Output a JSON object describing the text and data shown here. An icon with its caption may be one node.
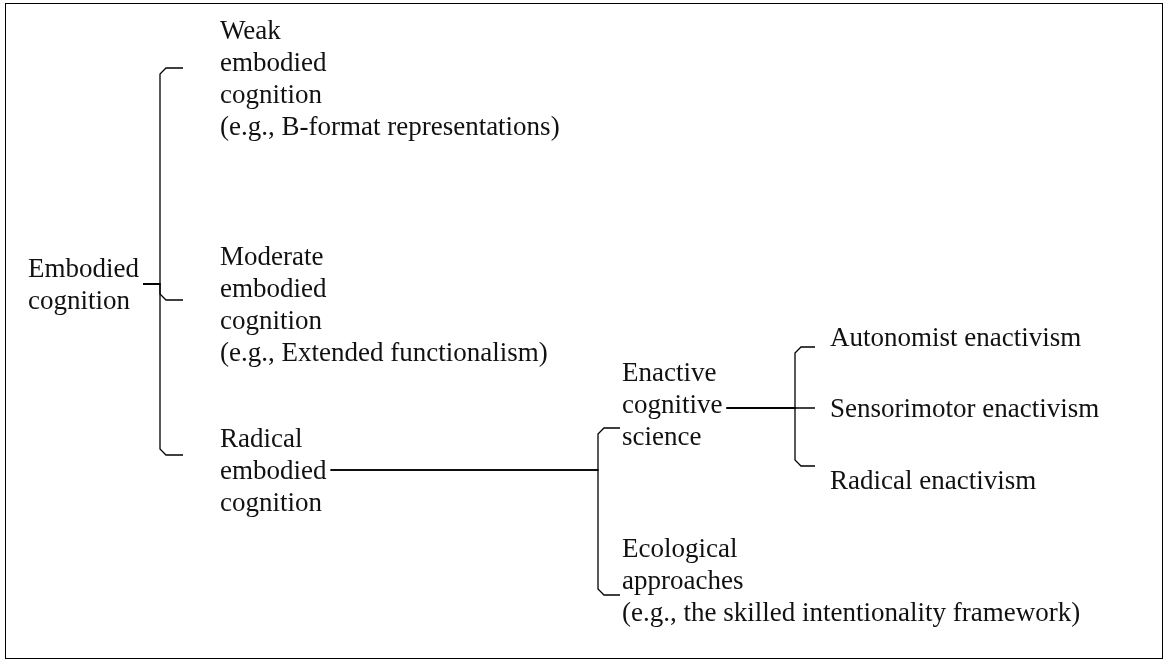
{
  "diagram": {
    "nodes": [
      {
        "text": [
          "Embodied cognition"
        ]
      },
      {
        "text": [
          "Weak embodied cognition",
          "(e.g., B-format representations)"
        ]
      },
      {
        "text": [
          "Moderate embodied cognition",
          "(e.g., Extended functionalism)"
        ]
      },
      {
        "text": [
          "Radical embodied cognition"
        ]
      },
      {
        "text": [
          "Enactive cognitive science"
        ]
      },
      {
        "text": [
          "Ecological approaches",
          "(e.g., the skilled intentionality framework)"
        ]
      },
      {
        "text": [
          "Autonomist enactivism"
        ]
      },
      {
        "text": [
          "Sensorimotor enactivism"
        ]
      },
      {
        "text": [
          "Radical enactivism"
        ]
      }
    ],
    "edges": [
      {
        "from": 0,
        "to": 1,
        "arrow": "none"
      },
      {
        "from": 0,
        "to": 2,
        "arrow": "none"
      },
      {
        "from": 0,
        "to": 3,
        "arrow": "none"
      },
      {
        "from": 3,
        "to": 4,
        "arrow": "none"
      },
      {
        "from": 3,
        "to": 5,
        "arrow": "none"
      },
      {
        "from": 4,
        "to": 6,
        "arrow": "none"
      },
      {
        "from": 4,
        "to": 7,
        "arrow": "none"
      },
      {
        "from": 4,
        "to": 8,
        "arrow": "none"
      }
    ]
  }
}
